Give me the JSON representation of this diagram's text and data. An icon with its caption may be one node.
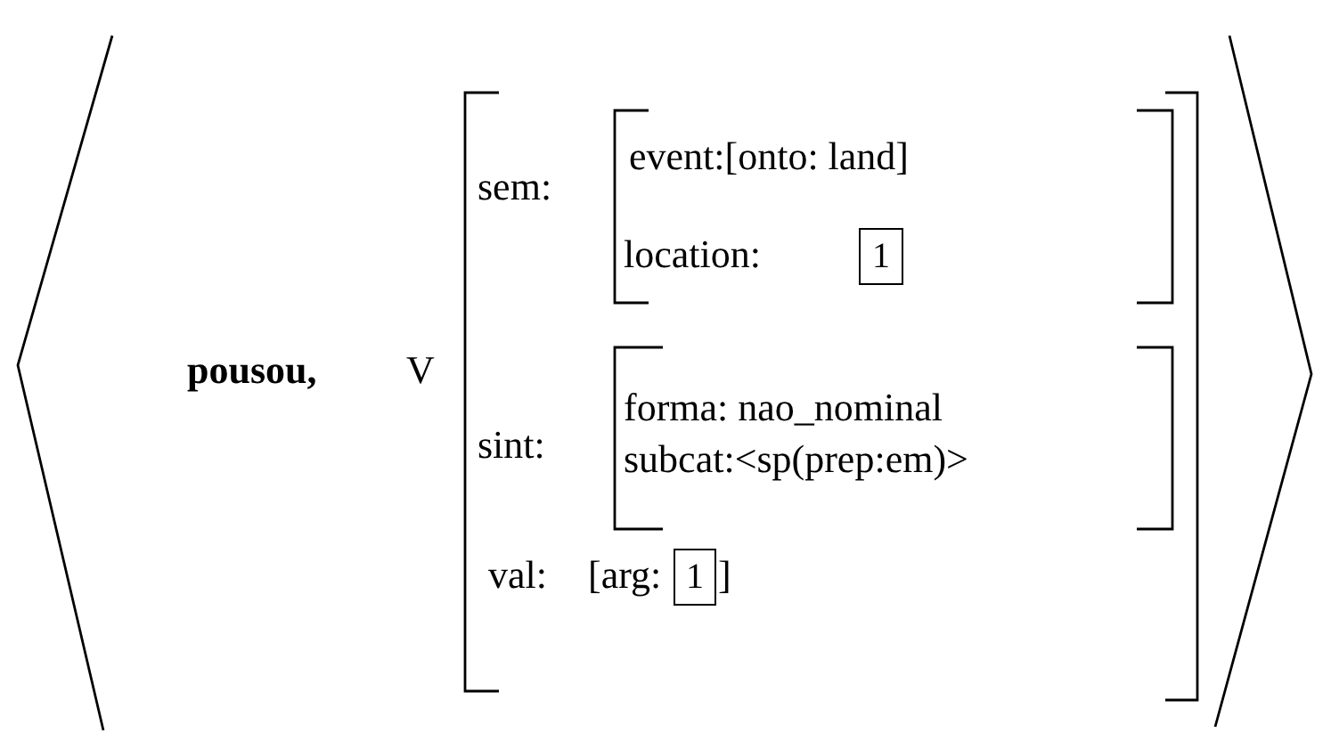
{
  "diagram": {
    "nodes": [
      {
        "text": [
          "1"
        ]
      },
      {
        "text": [
          "1"
        ]
      }
    ],
    "labels": [
      "pousou,",
      "V",
      "sem:",
      "event:[onto: land]",
      "location:",
      "sint:",
      "forma: nao_nominal",
      "subcat:<sp(prep:em)>",
      "val:",
      "[arg:",
      "]"
    ]
  }
}
